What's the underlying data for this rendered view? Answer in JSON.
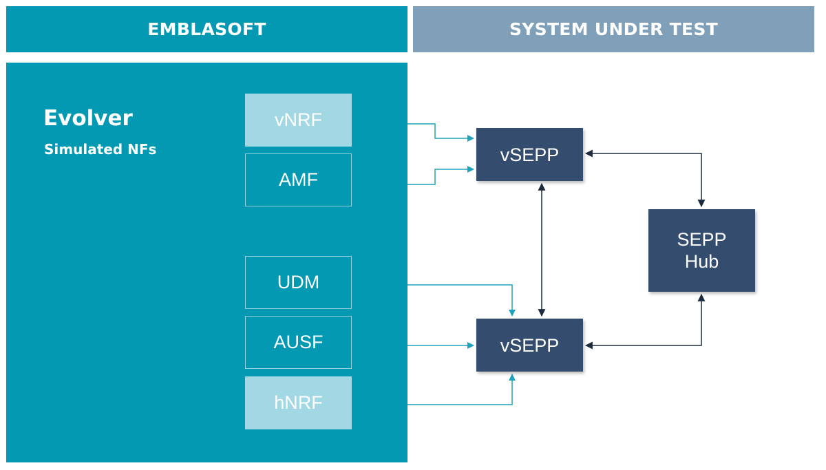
{
  "header": {
    "left_label": "EMBLASOFT",
    "right_label": "SYSTEM UNDER TEST"
  },
  "panel": {
    "title": "Evolver",
    "subtitle": "Simulated NFs"
  },
  "simulated_nfs": [
    "vNRF",
    "AMF",
    "UDM",
    "AUSF",
    "hNRF"
  ],
  "sut_nodes": {
    "vsepp_top": "vSEPP",
    "vsepp_bottom": "vSEPP",
    "sepp_hub_line1": "SEPP",
    "sepp_hub_line2": "Hub"
  },
  "colors": {
    "teal": "#0399b2",
    "light_teal": "#a2d8e4",
    "slate_header": "#7fa0b8",
    "dark_node": "#344d6e",
    "arrow_teal": "#1fa2bb",
    "arrow_dark": "#1d2b3e"
  }
}
